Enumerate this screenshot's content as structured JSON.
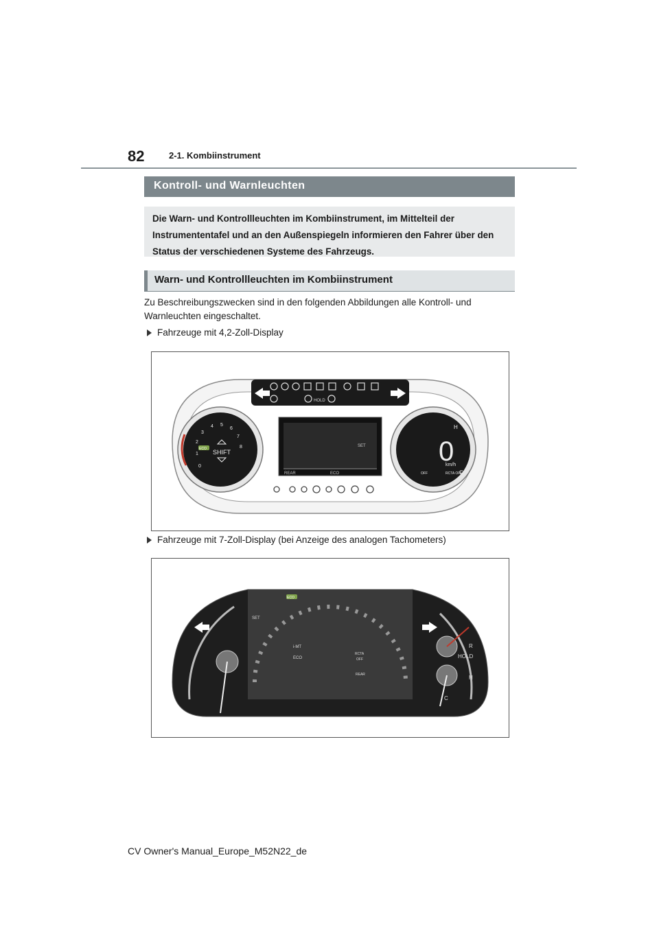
{
  "header": {
    "page_number": "82",
    "section": "2-1. Kombiinstrument"
  },
  "title": "Kontroll- und Warnleuchten",
  "intro": "Die Warn- und Kontrollleuchten im Kombiinstrument, im Mittelteil der Instrumententafel und an den Außenspiegeln informieren den Fahrer über den Status der verschiedenen Systeme des Fahrzeugs.",
  "subtitle": "Warn- und Kontrollleuchten im Kombiinstrument",
  "paragraph": "Zu Beschreibungszwecken sind in den folgenden Abbildungen alle Kontroll- und Warnleuchten eingeschaltet.",
  "bullets": [
    "Fahrzeuge mit 4,2-Zoll-Display",
    "Fahrzeuge mit 7-Zoll-Display (bei Anzeige des analogen Tachometers)"
  ],
  "figure1": {
    "tacho_numbers": [
      "0",
      "1",
      "2",
      "3",
      "4",
      "5",
      "6",
      "7",
      "8"
    ],
    "eco_badge": "ECO",
    "shift_label": "SHIFT",
    "display_set": "SET",
    "display_rear": "REAR",
    "display_eco": "ECO",
    "speed_digit": "0",
    "speed_unit": "km/h",
    "temp_h": "H",
    "temp_c": "C",
    "rcta_off": "RCTA OFF",
    "off_label": "OFF",
    "hold_label": "HOLD"
  },
  "figure2": {
    "eco_badge": "ECO",
    "set": "SET",
    "imt": "i-MT",
    "eco": "ECO",
    "rcta": "RCTA",
    "off": "OFF",
    "rear": "REAR",
    "hold": "HOLD",
    "r_label": "R",
    "h_label": "H",
    "c_label": "C"
  },
  "footer": "CV Owner's Manual_Europe_M52N22_de"
}
